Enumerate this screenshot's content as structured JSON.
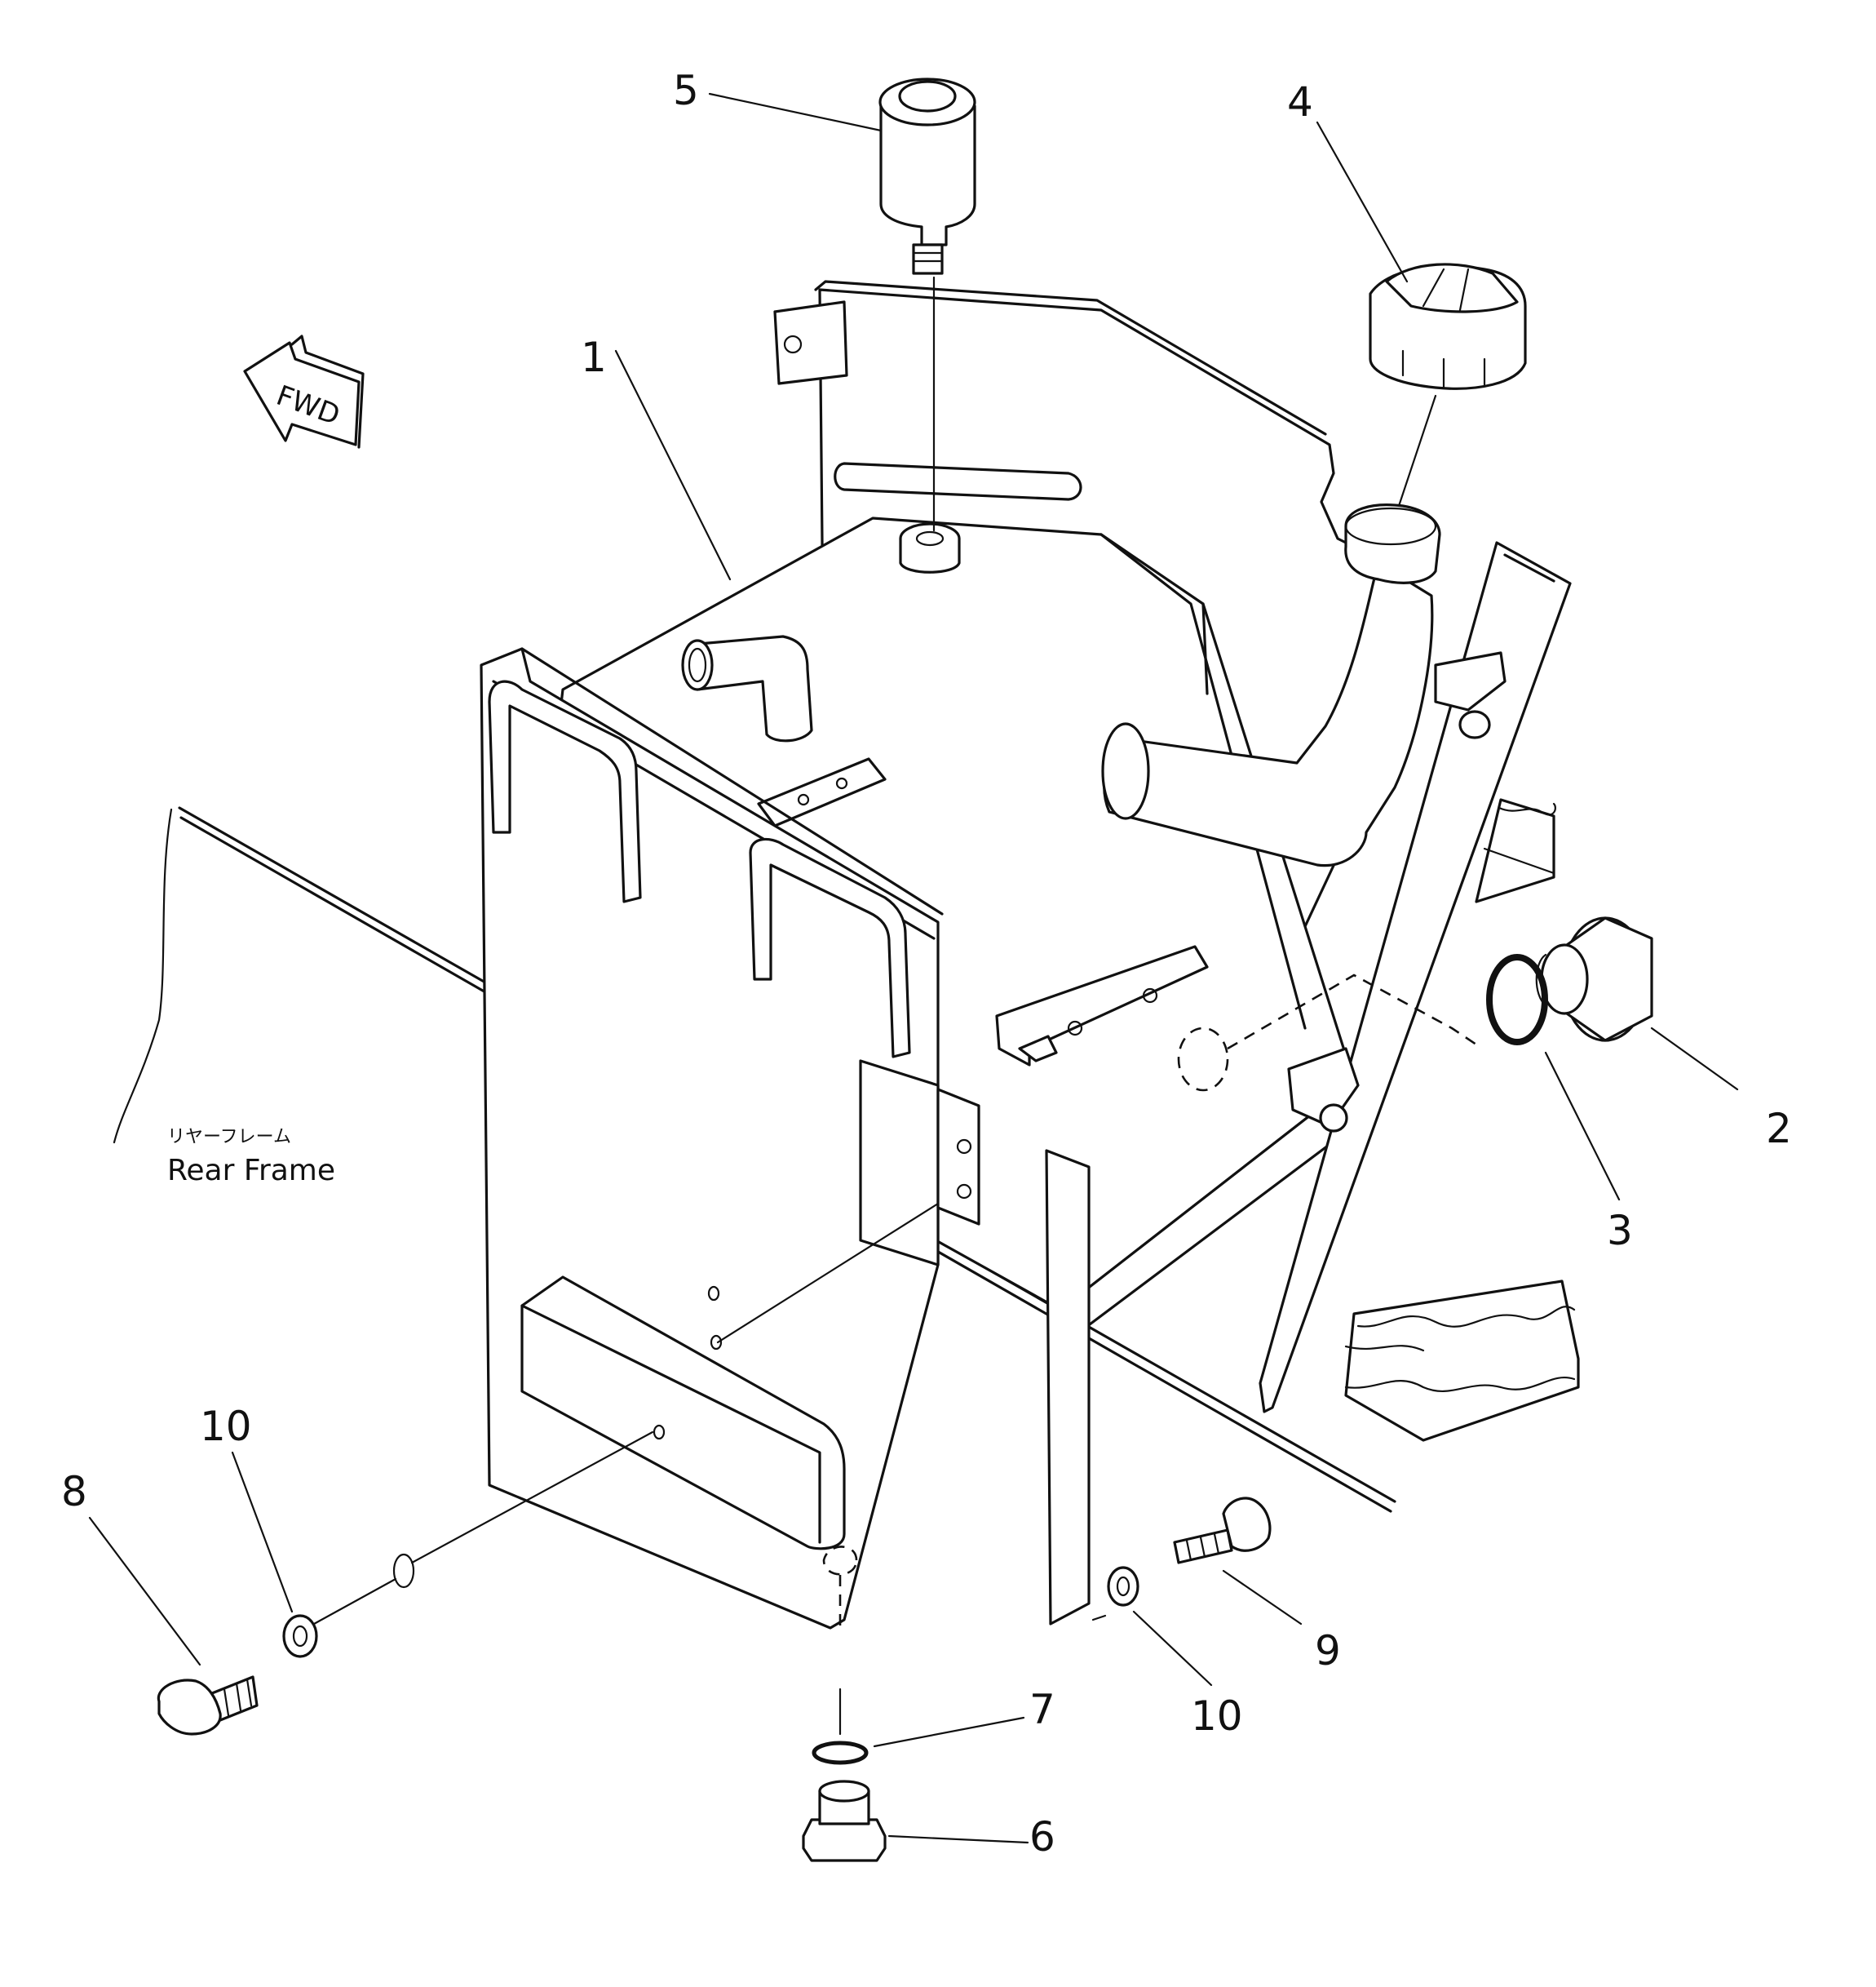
{
  "figure": {
    "callouts": [
      {
        "id": "c1",
        "label": "1"
      },
      {
        "id": "c2",
        "label": "2"
      },
      {
        "id": "c3",
        "label": "3"
      },
      {
        "id": "c4",
        "label": "4"
      },
      {
        "id": "c5",
        "label": "5"
      },
      {
        "id": "c6",
        "label": "6"
      },
      {
        "id": "c7",
        "label": "7"
      },
      {
        "id": "c8",
        "label": "8"
      },
      {
        "id": "c9",
        "label": "9"
      },
      {
        "id": "c10a",
        "label": "10"
      },
      {
        "id": "c10b",
        "label": "10"
      }
    ],
    "rear_frame": {
      "label_jp": "リヤーフレーム",
      "label_en": "Rear Frame"
    },
    "direction_arrow": {
      "label": "FWD"
    }
  }
}
